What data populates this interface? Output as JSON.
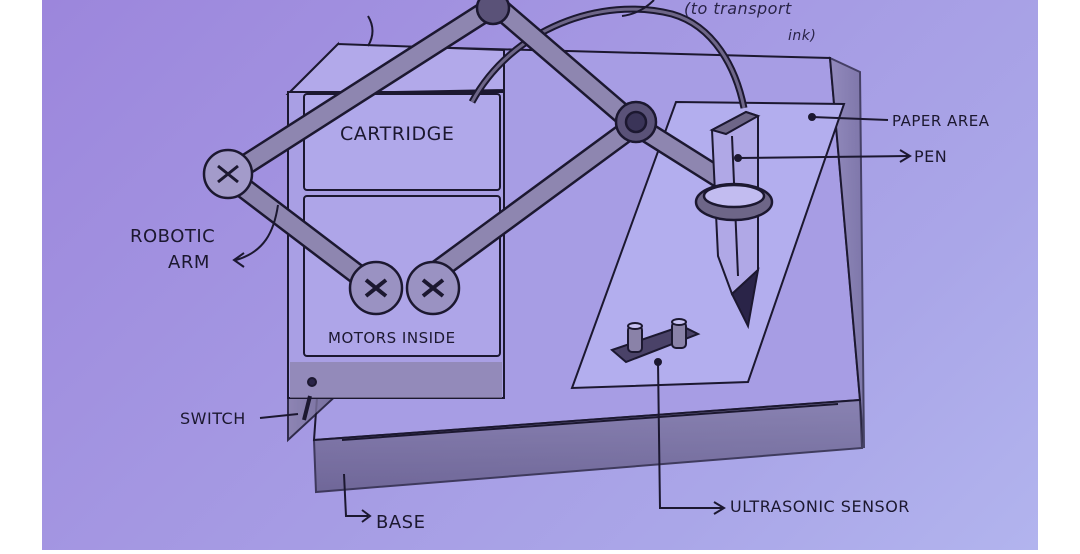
{
  "diagram": {
    "labels": {
      "cartridge": "CARTRIDGE",
      "motors": "MOTORS INSIDE",
      "robotic_arm_line1": "ROBOTIC",
      "robotic_arm_line2": "ARM",
      "switch": "SWITCH",
      "base": "BASE",
      "ultrasonic_sensor": "ULTRASONIC SENSOR",
      "paper_area": "PAPER AREA",
      "pen": "PEN",
      "tube_note_line1": "(to transport",
      "tube_note_line2": "ink)"
    },
    "colors": {
      "paper": "#a497e2",
      "ink": "#1c1830",
      "shade": "#6e6688"
    }
  }
}
